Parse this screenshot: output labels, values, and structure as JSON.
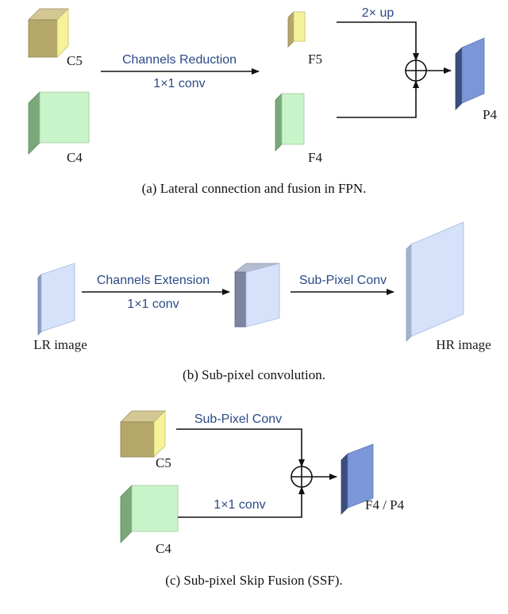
{
  "panel_a": {
    "c5_label": "C5",
    "c4_label": "C4",
    "arrow_top_label": "Channels Reduction",
    "arrow_bottom_label": "1×1 conv",
    "f5_label": "F5",
    "f4_label": "F4",
    "up_label": "2× up",
    "p4_label": "P4",
    "caption": "(a)  Lateral connection and fusion in FPN."
  },
  "panel_b": {
    "lr_label": "LR image",
    "arrow1_top_label": "Channels Extension",
    "arrow1_bottom_label": "1×1 conv",
    "arrow2_label": "Sub-Pixel Conv",
    "hr_label": "HR image",
    "caption": "(b)  Sub-pixel convolution."
  },
  "panel_c": {
    "c5_label": "C5",
    "c4_label": "C4",
    "top_path_label": "Sub-Pixel Conv",
    "bottom_path_label": "1×1 conv",
    "out_label": "F4 / P4",
    "caption": "(c)  Sub-pixel Skip Fusion (SSF)."
  },
  "colors": {
    "yellow_front": "#f6f29a",
    "yellow_side": "#b5a76a",
    "green_front": "#c9f3c9",
    "green_side": "#7aa87a",
    "lightblue_front": "#d6e2fa",
    "lightblue_side": "#8a9bbf",
    "blue_front": "#7c97d8",
    "blue_side": "#3b4f7f",
    "text_blue": "#2b4a86"
  }
}
